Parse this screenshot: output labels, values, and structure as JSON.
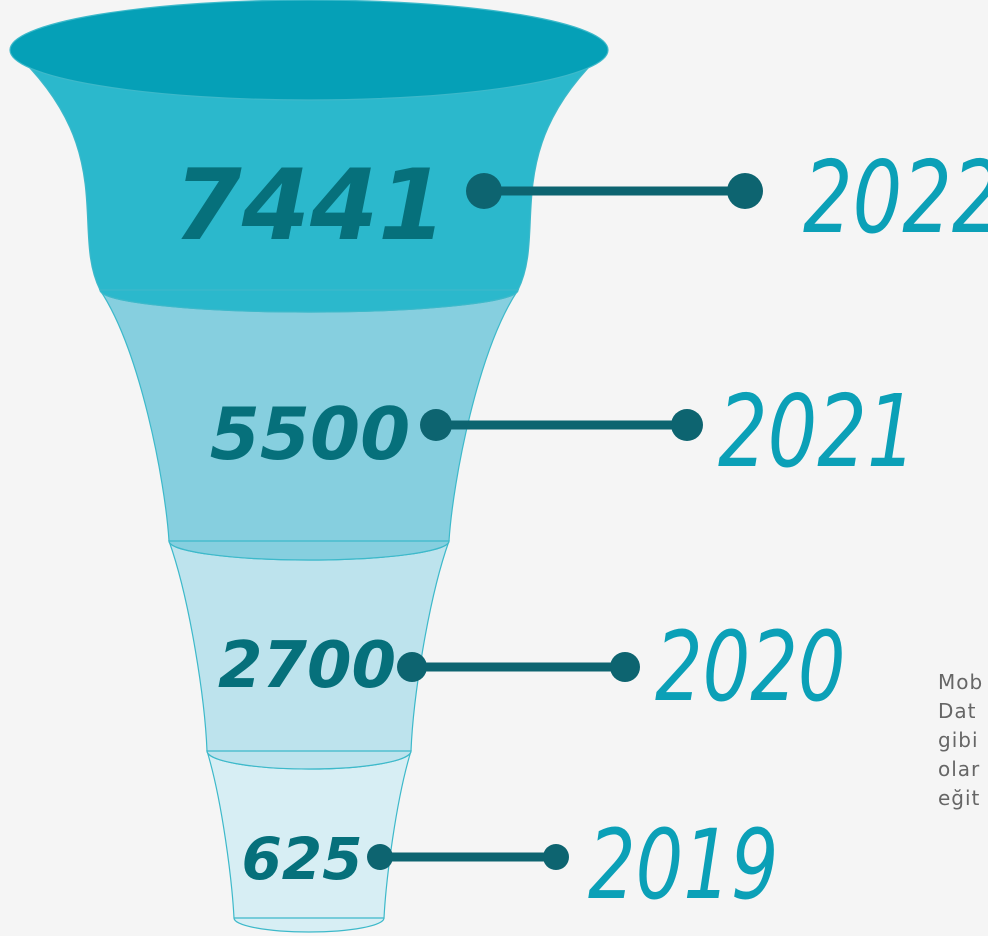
{
  "chart_data": {
    "type": "funnel",
    "title": "",
    "series": [
      {
        "year": "2022",
        "value": 7441,
        "value_label": "7441",
        "fill": "#2bb8cc",
        "top": "#05a0b7",
        "text_color": "#06707b"
      },
      {
        "year": "2021",
        "value": 5500,
        "value_label": "5500",
        "fill": "#86cfdf",
        "top": "#2cb9cd",
        "text_color": "#06707b"
      },
      {
        "year": "2020",
        "value": 2700,
        "value_label": "2700",
        "fill": "#bde3ed",
        "top": "#8ad0df",
        "text_color": "#06707b"
      },
      {
        "year": "2019",
        "value": 625,
        "value_label": "625",
        "fill": "#d7eef4",
        "top": "#bfe4ee",
        "text_color": "#06707b"
      }
    ],
    "colors": {
      "connector": "#0d6470",
      "year_text": "#0ba0b7",
      "outline": "#3db9ca"
    }
  },
  "side_text": {
    "lines": [
      "Mob",
      "Dat",
      "gibi",
      "olar",
      "eğit"
    ]
  }
}
